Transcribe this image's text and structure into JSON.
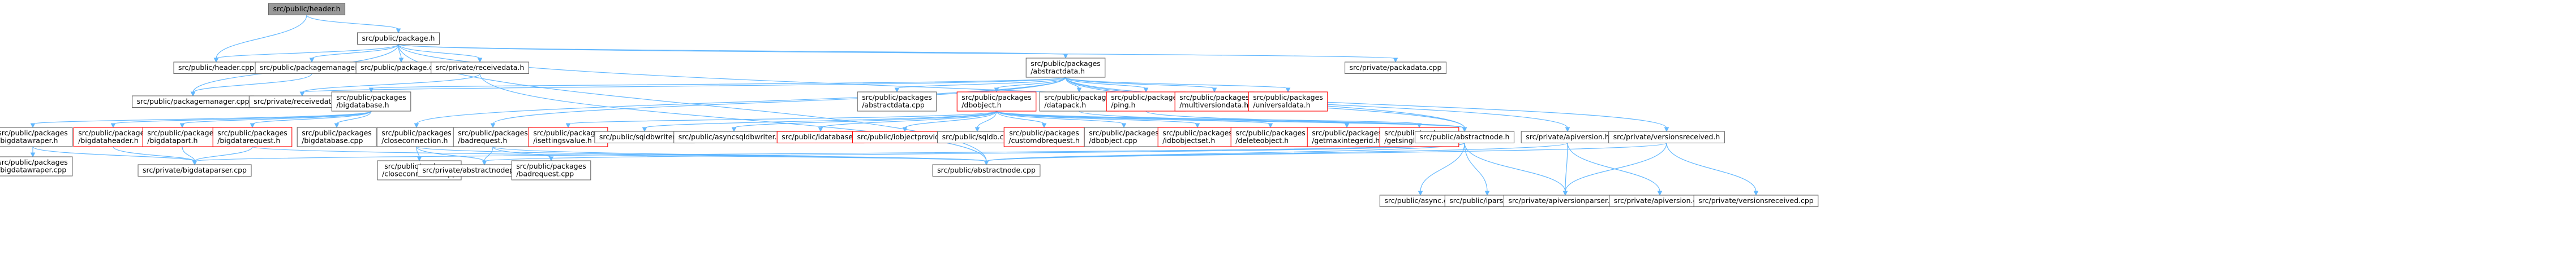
{
  "diagram": {
    "kind": "include-dependency-graph",
    "colors": {
      "root_fill": "#999999",
      "node_fill": "#ffffff",
      "node_stroke": "#666666",
      "alert_stroke": "#ff0000",
      "edge": "#63b8ff",
      "text": "#000000"
    },
    "nodes": [
      {
        "id": "header_h",
        "lines": [
          "src/public/header.h"
        ],
        "style": "root"
      },
      {
        "id": "package_h",
        "lines": [
          "src/public/package.h"
        ]
      },
      {
        "id": "header_cpp",
        "lines": [
          "src/public/header.cpp"
        ]
      },
      {
        "id": "packagemanager_h",
        "lines": [
          "src/public/packagemanager.h"
        ]
      },
      {
        "id": "package_cpp",
        "lines": [
          "src/public/package.cpp"
        ]
      },
      {
        "id": "receivedata_h",
        "lines": [
          "src/private/receivedata.h"
        ]
      },
      {
        "id": "abstractdata_h",
        "lines": [
          "src/public/packages",
          "/abstractdata.h"
        ]
      },
      {
        "id": "packadata_cpp",
        "lines": [
          "src/private/packadata.cpp"
        ]
      },
      {
        "id": "packagemanager_cpp",
        "lines": [
          "src/public/packagemanager.cpp"
        ]
      },
      {
        "id": "receivedata_cpp",
        "lines": [
          "src/private/receivedata.cpp"
        ]
      },
      {
        "id": "bigdatabase_h",
        "lines": [
          "src/public/packages",
          "/bigdatabase.h"
        ]
      },
      {
        "id": "abstractdata_cpp",
        "lines": [
          "src/public/packages",
          "/abstractdata.cpp"
        ]
      },
      {
        "id": "dbobject_h",
        "lines": [
          "src/public/packages",
          "/dbobject.h"
        ],
        "style": "alert"
      },
      {
        "id": "datapack_h",
        "lines": [
          "src/public/packages",
          "/datapack.h"
        ]
      },
      {
        "id": "ping_h",
        "lines": [
          "src/public/packages",
          "/ping.h"
        ],
        "style": "alert"
      },
      {
        "id": "multiversiondata_h",
        "lines": [
          "src/public/packages",
          "/multiversiondata.h"
        ],
        "style": "alert"
      },
      {
        "id": "universaldata_h",
        "lines": [
          "src/public/packages",
          "/universaldata.h"
        ],
        "style": "alert"
      },
      {
        "id": "bigdatawraper_h",
        "lines": [
          "src/public/packages",
          "/bigdatawraper.h"
        ]
      },
      {
        "id": "bigdataheader_h",
        "lines": [
          "src/public/packages",
          "/bigdataheader.h"
        ],
        "style": "alert"
      },
      {
        "id": "bigdatapart_h",
        "lines": [
          "src/public/packages",
          "/bigdatapart.h"
        ],
        "style": "alert"
      },
      {
        "id": "bigdatarequest_h",
        "lines": [
          "src/public/packages",
          "/bigdatarequest.h"
        ],
        "style": "alert"
      },
      {
        "id": "bigdatabase_cpp",
        "lines": [
          "src/public/packages",
          "/bigdatabase.cpp"
        ]
      },
      {
        "id": "closeconnection_h",
        "lines": [
          "src/public/packages",
          "/closeconnection.h"
        ]
      },
      {
        "id": "badrequest_h",
        "lines": [
          "src/public/packages",
          "/badrequest.h"
        ]
      },
      {
        "id": "isettingsvalue_h",
        "lines": [
          "src/public/packages",
          "/isettingsvalue.h"
        ],
        "style": "alert"
      },
      {
        "id": "sqldbwriter_cpp",
        "lines": [
          "src/public/sqldbwriter.cpp"
        ]
      },
      {
        "id": "asyncsqldbwriter_cpp",
        "lines": [
          "src/public/asyncsqldbwriter.cpp"
        ]
      },
      {
        "id": "idatabase_h",
        "lines": [
          "src/public/idatabase.h"
        ],
        "style": "alert"
      },
      {
        "id": "iobjectprovider_h",
        "lines": [
          "src/public/iobjectprovider.h"
        ],
        "style": "alert"
      },
      {
        "id": "sqldb_cpp",
        "lines": [
          "src/public/sqldb.cpp"
        ]
      },
      {
        "id": "customdbrequest_h",
        "lines": [
          "src/public/packages",
          "/customdbrequest.h"
        ],
        "style": "alert"
      },
      {
        "id": "dbobject_cpp",
        "lines": [
          "src/public/packages",
          "/dbobject.cpp"
        ]
      },
      {
        "id": "idbobjectset_h",
        "lines": [
          "src/public/packages",
          "/idbobjectset.h"
        ],
        "style": "alert"
      },
      {
        "id": "deleteobject_h",
        "lines": [
          "src/public/packages",
          "/deleteobject.h"
        ],
        "style": "alert"
      },
      {
        "id": "getmaxintegerid_h",
        "lines": [
          "src/public/packages",
          "/getmaxintegerid.h"
        ],
        "style": "alert"
      },
      {
        "id": "getsinglevalue_h",
        "lines": [
          "src/public/packages",
          "/getsinglevalue.h"
        ],
        "style": "alert"
      },
      {
        "id": "abstractnode_h",
        "lines": [
          "src/public/abstractnode.h"
        ]
      },
      {
        "id": "apiversion_h",
        "lines": [
          "src/private/apiversion.h"
        ]
      },
      {
        "id": "versionsreceived_h",
        "lines": [
          "src/private/versionsreceived.h"
        ]
      },
      {
        "id": "bigdatawraper_cpp",
        "lines": [
          "src/public/packages",
          "/bigdatawraper.cpp"
        ]
      },
      {
        "id": "bigdataparser_cpp",
        "lines": [
          "src/private/bigdataparser.cpp"
        ]
      },
      {
        "id": "closeconnection_cpp",
        "lines": [
          "src/public/packages",
          "/closeconnection.cpp"
        ]
      },
      {
        "id": "abstractnodeparser_cpp",
        "lines": [
          "src/private/abstractnodeparser.cpp"
        ]
      },
      {
        "id": "badrequest_cpp",
        "lines": [
          "src/public/packages",
          "/badrequest.cpp"
        ]
      },
      {
        "id": "abstractnode_cpp",
        "lines": [
          "src/public/abstractnode.cpp"
        ]
      },
      {
        "id": "async_cpp",
        "lines": [
          "src/public/async.cpp"
        ]
      },
      {
        "id": "iparser_cpp",
        "lines": [
          "src/public/iparser.cpp"
        ]
      },
      {
        "id": "apiversionparser_cpp",
        "lines": [
          "src/private/apiversionparser.cpp"
        ]
      },
      {
        "id": "apiversion_cpp",
        "lines": [
          "src/private/apiversion.cpp"
        ]
      },
      {
        "id": "versionsreceived_cpp",
        "lines": [
          "src/private/versionsreceived.cpp"
        ]
      }
    ],
    "edges": [
      [
        "header_h",
        "package_h"
      ],
      [
        "header_h",
        "header_cpp"
      ],
      [
        "package_h",
        "packagemanager_h"
      ],
      [
        "package_h",
        "package_cpp"
      ],
      [
        "package_h",
        "receivedata_h"
      ],
      [
        "package_h",
        "abstractdata_h"
      ],
      [
        "package_h",
        "packadata_cpp"
      ],
      [
        "package_h",
        "packagemanager_cpp"
      ],
      [
        "package_h",
        "abstractnode_h"
      ],
      [
        "package_h",
        "abstractnode_cpp"
      ],
      [
        "package_h",
        "header_cpp"
      ],
      [
        "packagemanager_h",
        "packagemanager_cpp"
      ],
      [
        "receivedata_h",
        "receivedata_cpp"
      ],
      [
        "receivedata_h",
        "abstractnode_cpp"
      ],
      [
        "abstractdata_h",
        "bigdatabase_h"
      ],
      [
        "abstractdata_h",
        "abstractdata_cpp"
      ],
      [
        "abstractdata_h",
        "dbobject_h"
      ],
      [
        "abstractdata_h",
        "datapack_h"
      ],
      [
        "abstractdata_h",
        "ping_h"
      ],
      [
        "abstractdata_h",
        "multiversiondata_h"
      ],
      [
        "abstractdata_h",
        "universaldata_h"
      ],
      [
        "abstractdata_h",
        "closeconnection_h"
      ],
      [
        "abstractdata_h",
        "badrequest_h"
      ],
      [
        "abstractdata_h",
        "abstractnode_h"
      ],
      [
        "abstractdata_h",
        "apiversion_h"
      ],
      [
        "abstractdata_h",
        "versionsreceived_h"
      ],
      [
        "abstractdata_h",
        "receivedata_cpp"
      ],
      [
        "bigdatabase_h",
        "bigdatawraper_h"
      ],
      [
        "bigdatabase_h",
        "bigdataheader_h"
      ],
      [
        "bigdatabase_h",
        "bigdatapart_h"
      ],
      [
        "bigdatabase_h",
        "bigdatarequest_h"
      ],
      [
        "bigdatabase_h",
        "bigdatabase_cpp"
      ],
      [
        "bigdatawraper_h",
        "bigdatawraper_cpp"
      ],
      [
        "bigdatawraper_h",
        "bigdataparser_cpp"
      ],
      [
        "bigdataheader_h",
        "bigdataparser_cpp"
      ],
      [
        "bigdatapart_h",
        "bigdataparser_cpp"
      ],
      [
        "bigdatarequest_h",
        "bigdataparser_cpp"
      ],
      [
        "bigdatarequest_h",
        "abstractnode_cpp"
      ],
      [
        "dbobject_h",
        "isettingsvalue_h"
      ],
      [
        "dbobject_h",
        "sqldbwriter_cpp"
      ],
      [
        "dbobject_h",
        "asyncsqldbwriter_cpp"
      ],
      [
        "dbobject_h",
        "idatabase_h"
      ],
      [
        "dbobject_h",
        "iobjectprovider_h"
      ],
      [
        "dbobject_h",
        "sqldb_cpp"
      ],
      [
        "dbobject_h",
        "customdbrequest_h"
      ],
      [
        "dbobject_h",
        "dbobject_cpp"
      ],
      [
        "dbobject_h",
        "idbobjectset_h"
      ],
      [
        "dbobject_h",
        "deleteobject_h"
      ],
      [
        "dbobject_h",
        "getmaxintegerid_h"
      ],
      [
        "dbobject_h",
        "getsinglevalue_h"
      ],
      [
        "dbobject_h",
        "abstractnode_h"
      ],
      [
        "closeconnection_h",
        "closeconnection_cpp"
      ],
      [
        "closeconnection_h",
        "abstractnodeparser_cpp"
      ],
      [
        "closeconnection_h",
        "abstractnode_cpp"
      ],
      [
        "badrequest_h",
        "badrequest_cpp"
      ],
      [
        "badrequest_h",
        "abstractnodeparser_cpp"
      ],
      [
        "badrequest_h",
        "abstractnode_cpp"
      ],
      [
        "ping_h",
        "abstractnode_h"
      ],
      [
        "datapack_h",
        "abstractnode_h"
      ],
      [
        "abstractnode_h",
        "bigdataparser_cpp"
      ],
      [
        "abstractnode_h",
        "abstractnodeparser_cpp"
      ],
      [
        "abstractnode_h",
        "abstractnode_cpp"
      ],
      [
        "abstractnode_h",
        "async_cpp"
      ],
      [
        "abstractnode_h",
        "iparser_cpp"
      ],
      [
        "abstractnode_h",
        "apiversionparser_cpp"
      ],
      [
        "apiversion_h",
        "abstractnode_cpp"
      ],
      [
        "apiversion_h",
        "apiversionparser_cpp"
      ],
      [
        "apiversion_h",
        "apiversion_cpp"
      ],
      [
        "versionsreceived_h",
        "abstractnode_cpp"
      ],
      [
        "versionsreceived_h",
        "apiversionparser_cpp"
      ],
      [
        "versionsreceived_h",
        "versionsreceived_cpp"
      ]
    ]
  }
}
